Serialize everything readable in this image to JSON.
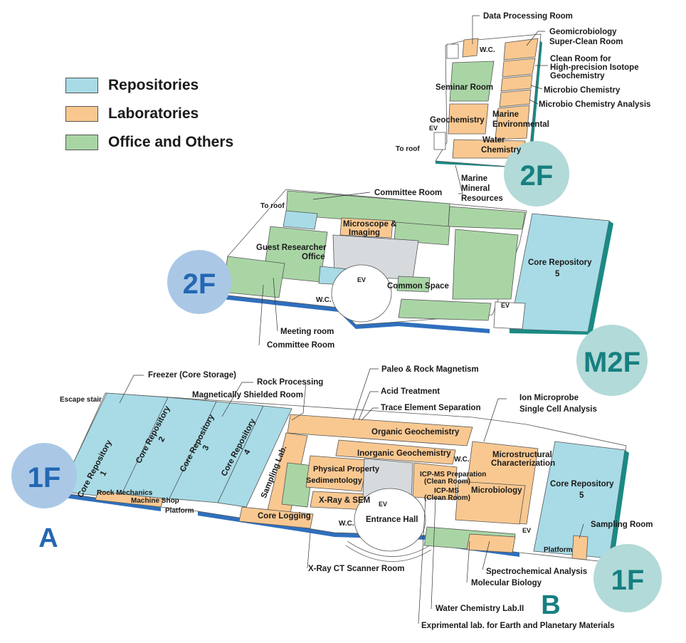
{
  "colors": {
    "repository": "#a8dbe6",
    "laboratory": "#f9c891",
    "office": "#a9d5a5",
    "common": "#d6dadd",
    "blue_badge": "#aac8e6",
    "blue_badge_text": "#2467b3",
    "teal_badge": "#b2dad8",
    "teal_badge_text": "#177f80",
    "edge_blue": "#2f6fbd",
    "edge_teal": "#1a8a84"
  },
  "legend": [
    {
      "label": "Repositories",
      "color_key": "repository"
    },
    {
      "label": "Laboratories",
      "color_key": "laboratory"
    },
    {
      "label": "Office and Others",
      "color_key": "office"
    }
  ],
  "badges": {
    "a_2f": "2F",
    "b_2f": "2F",
    "m2f": "M2F",
    "a_1f": "1F",
    "b_1f": "1F",
    "building_a": "A",
    "building_b": "B"
  },
  "labels_b2f": {
    "data_processing": "Data Processing Room",
    "geomicro_1": "Geomicrobiology",
    "geomicro_2": "Super-Clean Room",
    "clean_room_1": "Clean Room for",
    "clean_room_2": "High-precision Isotope",
    "clean_room_3": "Geochemistry",
    "microbio_chem": "Microbio Chemistry",
    "microbio_analysis": "Microbio Chemistry Analysis",
    "seminar": "Seminar Room",
    "geochemistry": "Geochemistry",
    "marine_env_1": "Marine",
    "marine_env_2": "Environmental",
    "water_chem_1": "Water",
    "water_chem_2": "Chemistry",
    "to_roof": "To roof",
    "ev": "EV",
    "wc": "W.C.",
    "marine_min_1": "Marine",
    "marine_min_2": "Mineral",
    "marine_min_3": "Resources"
  },
  "labels_a2f": {
    "committee_room": "Committee Room",
    "to_roof": "To roof",
    "microscope_1": "Microscope &",
    "microscope_2": "Imaging",
    "guest_1": "Guest Researcher",
    "guest_2": "Office",
    "ev": "EV",
    "wc": "W.C.",
    "common_space": "Common Space",
    "meeting_room": "Meeting room",
    "committee_room_2": "Committee Room",
    "core_repo_5_1": "Core Repository",
    "core_repo_5_2": "5",
    "ev_m2f": "EV"
  },
  "labels_1f": {
    "freezer": "Freezer (Core Storage)",
    "escape_stair": "Escape stair",
    "rock_processing": "Rock Processing",
    "mag_shielded": "Magnetically Shielded Room",
    "paleo": "Paleo & Rock Magnetism",
    "acid": "Acid Treatment",
    "trace": "Trace Element Separation",
    "organic": "Organic Geochemistry",
    "inorganic": "Inorganic Geochemistry",
    "wc": "W.C.",
    "wc2": "W.C.",
    "ion_probe": "Ion Microprobe",
    "single_cell": "Single Cell Analysis",
    "microstructural_1": "Microstructural",
    "microstructural_2": "Characterization",
    "core_repo_1": "Core Repository",
    "core_repo_1n": "1",
    "core_repo_2": "Core Repository",
    "core_repo_2n": "2",
    "core_repo_3": "Core Repository",
    "core_repo_3n": "3",
    "core_repo_4": "Core Repository",
    "core_repo_4n": "4",
    "sampling_lab": "Sampling Lab.",
    "phys_prop": "Physical Property",
    "sedimentology": "Sedimentology",
    "icp_prep_1": "ICP-MS Preparation",
    "icp_prep_2": "(Clean Room)",
    "icp_ms_1": "ICP-MS",
    "icp_ms_2": "(Clean Room)",
    "microbiology": "Microbiology",
    "core_repo_5_1": "Core Repository",
    "core_repo_5_2": "5",
    "rock_mech_1": "Rock Mechanics",
    "rock_mech_2": "Machine Shop",
    "platform": "Platform",
    "xray_sem": "X-Ray & SEM",
    "ev": "EV",
    "entrance_hall": "Entrance Hall",
    "core_logging": "Core Logging",
    "ev_b": "EV",
    "platform_b": "Platform",
    "sampling_room": "Sampling Room",
    "xray_ct": "X-Ray CT Scanner Room",
    "spectro": "Spectrochemical Analysis",
    "molecular": "Molecular Biology",
    "water_lab2": "Water Chemistry Lab.II",
    "exp_lab": "Exprimental lab. for Earth and Planetary Materials"
  }
}
